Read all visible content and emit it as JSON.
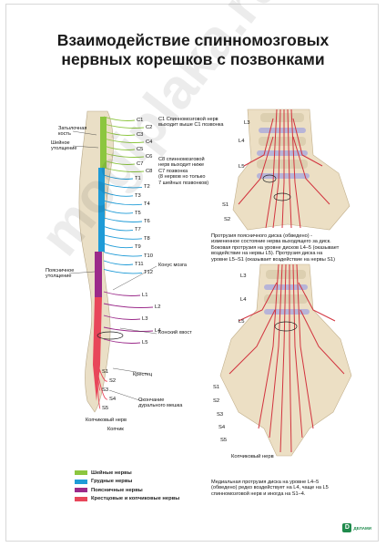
{
  "title_line1": "Взаимодействие спинномозговых",
  "title_line2": "нервных корешков с позвонками",
  "left_labels": {
    "occipital": "Затылочная\nкость",
    "cervical_enlargement": "Шейное\nутолщение",
    "lumbar_enlargement": "Поясничное\nутолщение"
  },
  "right_labels": {
    "c1_note": "C1 Спинномозговой нерв\nвыходит выше C1 позвонка",
    "c8_note": "C8 спинномозговой\nнерв выходит ниже\nC7 позвонка\n(8 нервов но только\n7 шейных позвонков)",
    "conus": "Конус мозга",
    "cauda": "Конский хвост",
    "sacrum": "Крестец",
    "dural_sac": "Окончание\nдурального мешка",
    "coccygeal_nerve": "Копчиковый нерв",
    "coccyx": "Копчик"
  },
  "vertebra_labels": {
    "cervical": [
      "C1",
      "C2",
      "C3",
      "C4",
      "C5",
      "C6",
      "C7",
      "C8"
    ],
    "thoracic": [
      "T1",
      "T2",
      "T3",
      "T4",
      "T5",
      "T6",
      "T7",
      "T8",
      "T9",
      "T10",
      "T11",
      "T12"
    ],
    "lumbar": [
      "L1",
      "L2",
      "L3",
      "L4",
      "L5"
    ],
    "sacral": [
      "S1",
      "S2",
      "S3",
      "S4",
      "S5"
    ]
  },
  "top_panel": {
    "labels": [
      "L3",
      "L4",
      "L5",
      "S1",
      "S2"
    ],
    "caption": "Протрузия поясничного диска (обведено) -\nизмененное состояние  нерва выходящего за диск.\nБоковая протрузия на уровне дисков L4–5 (оказывает\nвоздействие  на нервы  L5). Протрузия диска на\nуровне L5–S1 (оказывает  воздействие на нервы S1)"
  },
  "bottom_panel": {
    "labels": [
      "L3",
      "L4",
      "L5",
      "S1",
      "S2",
      "S3",
      "S4",
      "S5"
    ],
    "coccygeal": "Копчиковый нерв",
    "caption": "Медиальная протрузия диска на уровне L4–5\n(обведено) редко воздействует на L4, чаще на L5\nспинномозговой нерв и иногда на S1–4."
  },
  "legend": [
    {
      "label": "Шейные нервы",
      "color": "#8cc63f"
    },
    {
      "label": "Грудные нервы",
      "color": "#1e9bd7"
    },
    {
      "label": "Поясничные нервы",
      "color": "#9b2a8a"
    },
    {
      "label": "Крестцовые и копчиковые нервы",
      "color": "#e8465a"
    }
  ],
  "logo": "ДЕЛАМИ",
  "watermark": "mogiplaka.ru",
  "colors": {
    "bone": "#e9dcc0",
    "disc": "#b7b4d8",
    "cord": "#e8a7a7"
  }
}
